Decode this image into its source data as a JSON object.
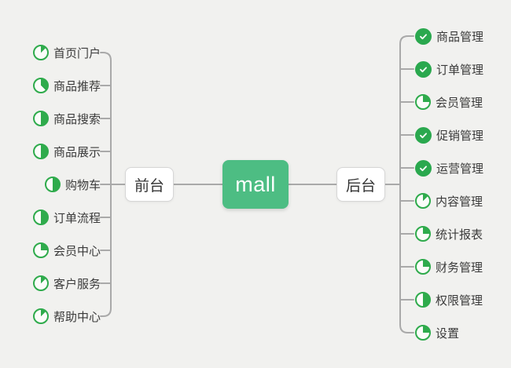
{
  "canvas": {
    "background": "#f1f1ef"
  },
  "root": {
    "label": "mall"
  },
  "left_branch": {
    "label": "前台",
    "items": [
      {
        "label": "首页门户",
        "progress": 0.125
      },
      {
        "label": "商品推荐",
        "progress": 0.375
      },
      {
        "label": "商品搜索",
        "progress": 0.5
      },
      {
        "label": "商品展示",
        "progress": 0.5
      },
      {
        "label": "购物车",
        "progress": 0.5
      },
      {
        "label": "订单流程",
        "progress": 0.5
      },
      {
        "label": "会员中心",
        "progress": 0.25
      },
      {
        "label": "客户服务",
        "progress": 0.125
      },
      {
        "label": "帮助中心",
        "progress": 0.125
      }
    ]
  },
  "right_branch": {
    "label": "后台",
    "items": [
      {
        "label": "商品管理",
        "progress": "done"
      },
      {
        "label": "订单管理",
        "progress": "done"
      },
      {
        "label": "会员管理",
        "progress": 0.25
      },
      {
        "label": "促销管理",
        "progress": "done"
      },
      {
        "label": "运营管理",
        "progress": "done"
      },
      {
        "label": "内容管理",
        "progress": 0.125
      },
      {
        "label": "统计报表",
        "progress": 0.25
      },
      {
        "label": "财务管理",
        "progress": 0.25
      },
      {
        "label": "权限管理",
        "progress": 0.5
      },
      {
        "label": "设置",
        "progress": 0.25
      }
    ]
  },
  "colors": {
    "root_bg": "#4dbd83",
    "root_text": "#ffffff",
    "icon_green": "#2fab4c",
    "done_green": "#2aa84e",
    "connector": "#a9a9a9",
    "node_border": "#d6d6d6",
    "label_text": "#3a3a3a"
  }
}
